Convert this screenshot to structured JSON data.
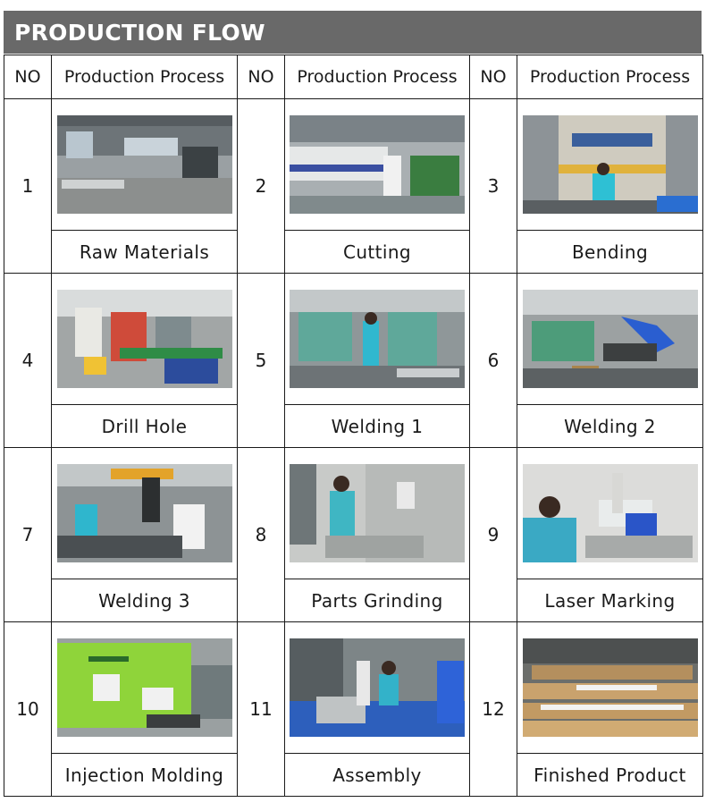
{
  "title": "PRODUCTION FLOW",
  "headers": {
    "no": "NO",
    "process": "Production Process"
  },
  "steps": [
    {
      "no": "1",
      "label": "Raw Materials"
    },
    {
      "no": "2",
      "label": "Cutting"
    },
    {
      "no": "3",
      "label": "Bending"
    },
    {
      "no": "4",
      "label": "Drill Hole"
    },
    {
      "no": "5",
      "label": "Welding 1"
    },
    {
      "no": "6",
      "label": "Welding 2"
    },
    {
      "no": "7",
      "label": "Welding 3"
    },
    {
      "no": "8",
      "label": "Parts Grinding"
    },
    {
      "no": "9",
      "label": "Laser Marking"
    },
    {
      "no": "10",
      "label": "Injection Molding"
    },
    {
      "no": "11",
      "label": "Assembly"
    },
    {
      "no": "12",
      "label": "Finished Product"
    }
  ]
}
